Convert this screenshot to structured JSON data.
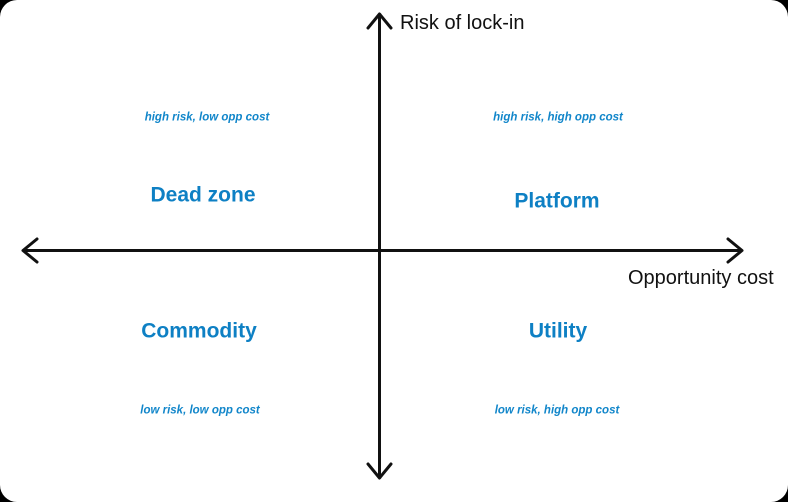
{
  "diagram": {
    "type": "2x2-matrix",
    "background_color": "#ffffff",
    "accent_color": "#0e80c4",
    "axis_color": "#111111",
    "axes": {
      "vertical": {
        "title": "Risk of lock-in",
        "direction": "up",
        "arrow_both_ends": true
      },
      "horizontal": {
        "title": "Opportunity cost",
        "direction": "right",
        "arrow_both_ends": true
      }
    },
    "quadrants": [
      {
        "position": "top-left",
        "title": "Dead zone",
        "subtitle": "high risk, low opp cost"
      },
      {
        "position": "top-right",
        "title": "Platform",
        "subtitle": "high risk, high opp cost"
      },
      {
        "position": "bottom-left",
        "title": "Commodity",
        "subtitle": "low risk, low opp cost"
      },
      {
        "position": "bottom-right",
        "title": "Utility",
        "subtitle": "low risk, high opp cost"
      }
    ]
  }
}
